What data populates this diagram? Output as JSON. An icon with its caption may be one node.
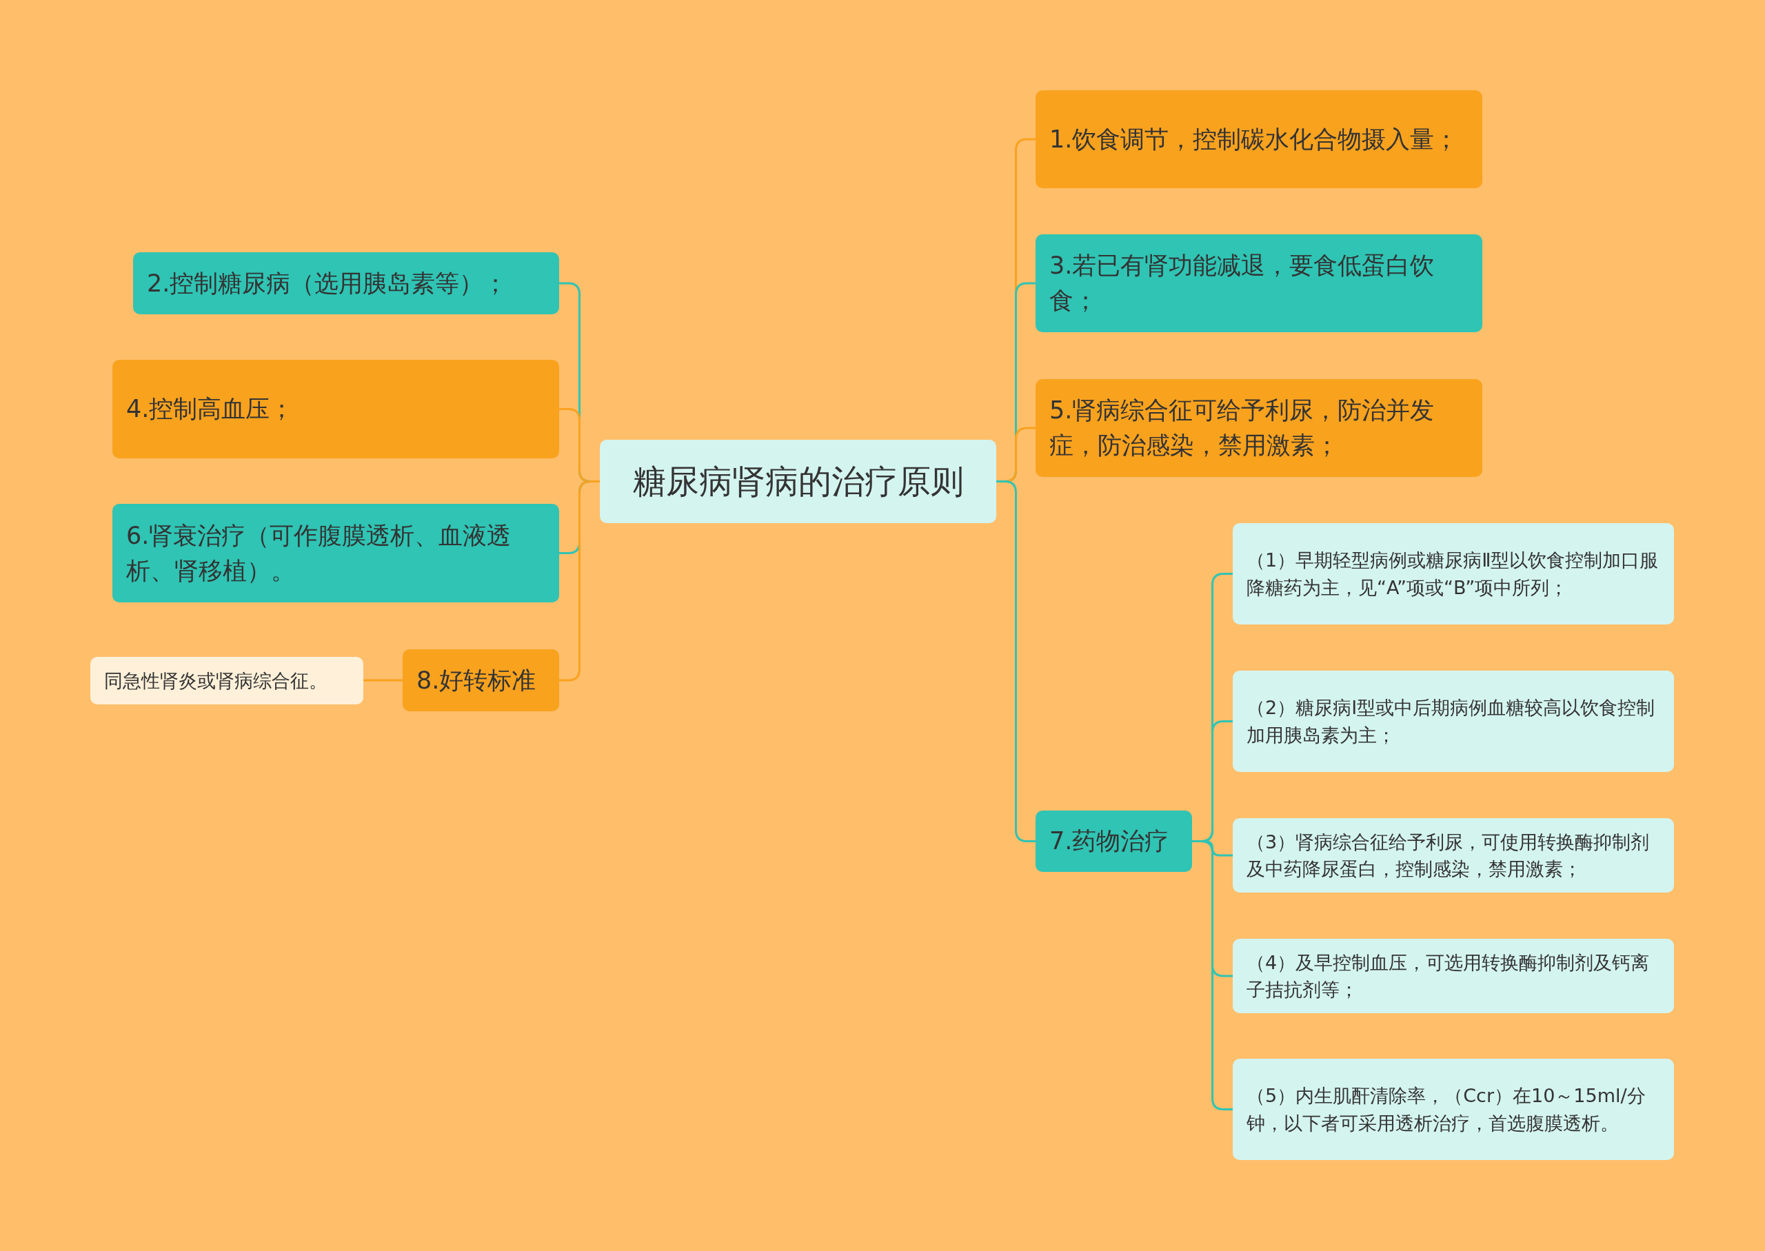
{
  "diagram": {
    "nodes": [
      {
        "text": [
          "糖尿病肾病的治疗原则"
        ]
      },
      {
        "text": [
          "2.控制糖尿病（选用胰岛素等）；"
        ]
      },
      {
        "text": [
          "4.控制高血压；"
        ]
      },
      {
        "text": [
          "6.肾衰治疗（可作腹膜透析、血液透析、肾移植）。"
        ]
      },
      {
        "text": [
          "8.好转标准"
        ]
      },
      {
        "text": [
          "同急性肾炎或肾病综合征。"
        ]
      },
      {
        "text": [
          "1.饮食调节，控制碳水化合物摄入量；"
        ]
      },
      {
        "text": [
          "3.若已有肾功能减退，要食低蛋白饮食；"
        ]
      },
      {
        "text": [
          "5.肾病综合征可给予利尿，防治并发症，防治感染，禁用激素；"
        ]
      },
      {
        "text": [
          "7.药物治疗"
        ]
      },
      {
        "text": [
          "（1）早期轻型病例或糖尿病Ⅱ型以饮食控制加口服降糖药为主，见“A”项或“B”项中所列；"
        ]
      },
      {
        "text": [
          "（2）糖尿病Ⅰ型或中后期病例血糖较高以饮食控制加用胰岛素为主；"
        ]
      },
      {
        "text": [
          "（3）肾病综合征给予利尿，可使用转换酶抑制剂及中药降尿蛋白，控制感染，禁用激素；"
        ]
      },
      {
        "text": [
          "（4）及早控制血压，可选用转换酶抑制剂及钙离子拮抗剂等；"
        ]
      },
      {
        "text": [
          "（5）内生肌酐清除率，（Ccr）在10～15ml/分钟，以下者可采用透析治疗，首选腹膜透析。"
        ]
      }
    ],
    "edges": [
      {
        "from": 0,
        "to": 1,
        "arrow": "none",
        "color": "#2fc4b4"
      },
      {
        "from": 0,
        "to": 2,
        "arrow": "none",
        "color": "#f9a21e"
      },
      {
        "from": 0,
        "to": 3,
        "arrow": "none",
        "color": "#2fc4b4"
      },
      {
        "from": 0,
        "to": 4,
        "arrow": "none",
        "color": "#f9a21e"
      },
      {
        "from": 4,
        "to": 5,
        "arrow": "none",
        "color": "#f9a21e"
      },
      {
        "from": 0,
        "to": 6,
        "arrow": "none",
        "color": "#f9a21e"
      },
      {
        "from": 0,
        "to": 7,
        "arrow": "none",
        "color": "#2fc4b4"
      },
      {
        "from": 0,
        "to": 8,
        "arrow": "none",
        "color": "#f9a21e"
      },
      {
        "from": 0,
        "to": 9,
        "arrow": "none",
        "color": "#2fc4b4"
      },
      {
        "from": 9,
        "to": 10,
        "arrow": "none",
        "color": "#2fc4b4"
      },
      {
        "from": 9,
        "to": 11,
        "arrow": "none",
        "color": "#2fc4b4"
      },
      {
        "from": 9,
        "to": 12,
        "arrow": "none",
        "color": "#2fc4b4"
      },
      {
        "from": 9,
        "to": 13,
        "arrow": "none",
        "color": "#2fc4b4"
      },
      {
        "from": 9,
        "to": 14,
        "arrow": "none",
        "color": "#2fc4b4"
      }
    ]
  }
}
